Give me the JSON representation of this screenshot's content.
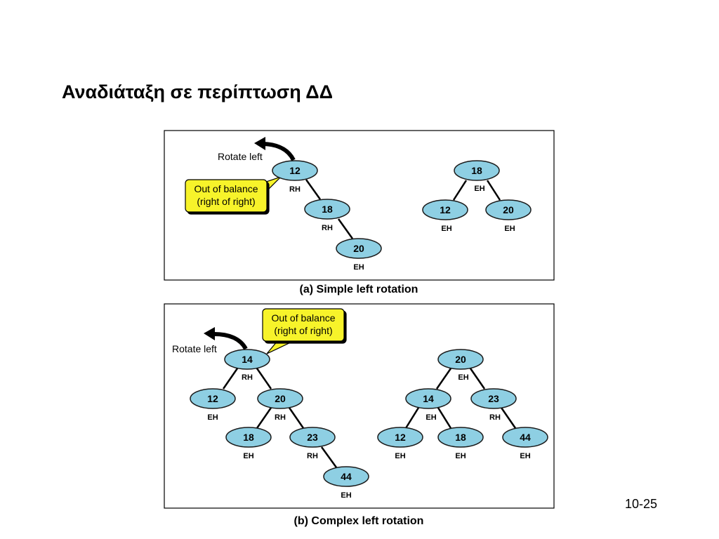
{
  "slide": {
    "title": "Αναδιάταξη σε περίπτωση ΔΔ",
    "page_number": "10-25"
  },
  "colors": {
    "node_fill": "#8ecfe3",
    "node_stroke": "#1a1a1a",
    "callout_fill": "#f7f32a",
    "panel_border": "#000000"
  },
  "panels": [
    {
      "caption": "(a) Simple left rotation",
      "rotate_label": "Rotate left",
      "callout": {
        "line1": "Out of balance",
        "line2": "(right of right)"
      },
      "before": {
        "nodes": [
          {
            "key": "12",
            "balance": "RH"
          },
          {
            "key": "18",
            "balance": "RH"
          },
          {
            "key": "20",
            "balance": "EH"
          }
        ]
      },
      "after": {
        "nodes": [
          {
            "key": "18",
            "balance": "EH"
          },
          {
            "key": "12",
            "balance": "EH"
          },
          {
            "key": "20",
            "balance": "EH"
          }
        ]
      }
    },
    {
      "caption": "(b) Complex left rotation",
      "rotate_label": "Rotate left",
      "callout": {
        "line1": "Out of balance",
        "line2": "(right of right)"
      },
      "before": {
        "nodes": [
          {
            "key": "14",
            "balance": "RH"
          },
          {
            "key": "12",
            "balance": "EH"
          },
          {
            "key": "20",
            "balance": "RH"
          },
          {
            "key": "18",
            "balance": "EH"
          },
          {
            "key": "23",
            "balance": "RH"
          },
          {
            "key": "44",
            "balance": "EH"
          }
        ]
      },
      "after": {
        "nodes": [
          {
            "key": "20",
            "balance": "EH"
          },
          {
            "key": "14",
            "balance": "EH"
          },
          {
            "key": "23",
            "balance": "RH"
          },
          {
            "key": "12",
            "balance": "EH"
          },
          {
            "key": "18",
            "balance": "EH"
          },
          {
            "key": "44",
            "balance": "EH"
          }
        ]
      }
    }
  ]
}
